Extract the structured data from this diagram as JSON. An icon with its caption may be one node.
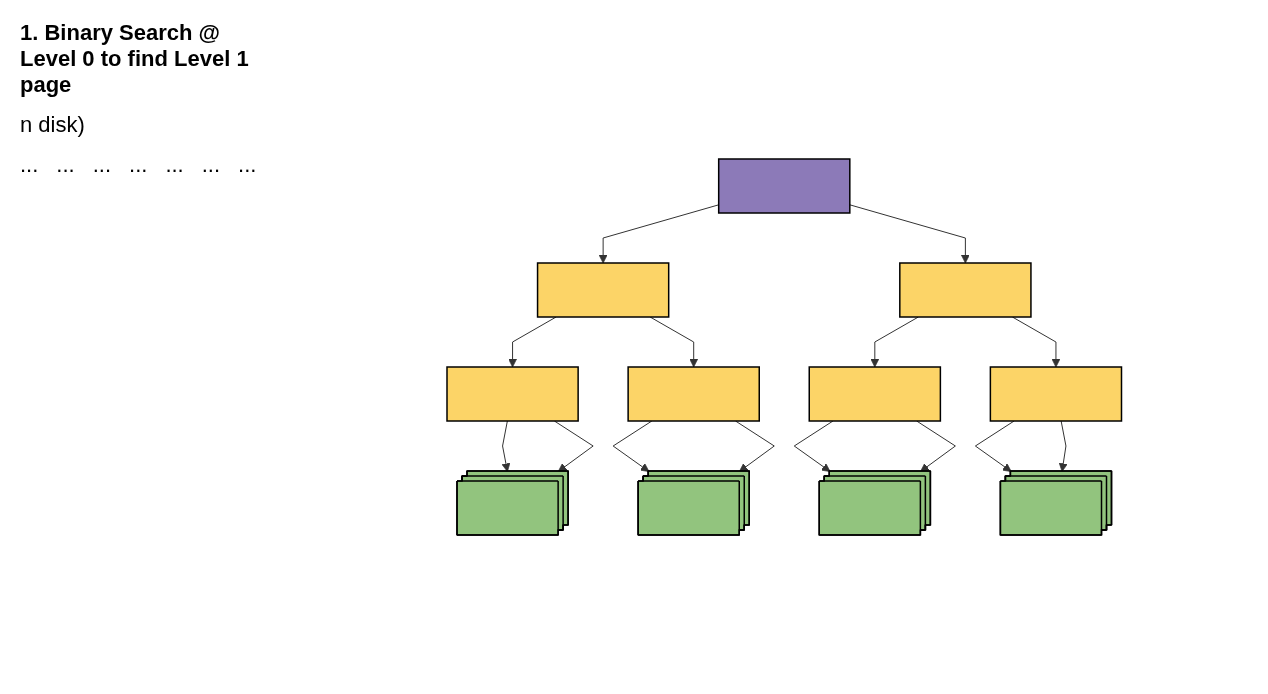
{
  "diagram": {
    "nodes": [
      {
        "text": [],
        "shape": "box"
      },
      {
        "text": [],
        "shape": "box"
      },
      {
        "text": [],
        "shape": "box"
      },
      {
        "text": [],
        "shape": "box"
      },
      {
        "text": [],
        "shape": "box"
      },
      {
        "text": [],
        "shape": "box"
      },
      {
        "text": [],
        "shape": "box"
      },
      {
        "text": [],
        "shape": "stack"
      },
      {
        "text": [],
        "shape": "stack"
      },
      {
        "text": [],
        "shape": "stack"
      },
      {
        "text": [],
        "shape": "stack"
      }
    ],
    "edges": [
      {
        "from": 0,
        "to": 1,
        "arrow": "to"
      },
      {
        "from": 0,
        "to": 2,
        "arrow": "to"
      },
      {
        "from": 1,
        "to": 3,
        "arrow": "to"
      },
      {
        "from": 1,
        "to": 4,
        "arrow": "to"
      },
      {
        "from": 2,
        "to": 5,
        "arrow": "to"
      },
      {
        "from": 2,
        "to": 6,
        "arrow": "to"
      },
      {
        "from": 3,
        "to": 7,
        "arrow": "to"
      },
      {
        "from": 3,
        "to": 7,
        "arrow": "to"
      },
      {
        "from": 4,
        "to": 8,
        "arrow": "to"
      },
      {
        "from": 4,
        "to": 8,
        "arrow": "to"
      },
      {
        "from": 5,
        "to": 9,
        "arrow": "to"
      },
      {
        "from": 5,
        "to": 9,
        "arrow": "to"
      },
      {
        "from": 6,
        "to": 10,
        "arrow": "to"
      },
      {
        "from": 6,
        "to": 10,
        "arrow": "to"
      }
    ],
    "labels": [
      "1. Binary Search @ Level 0 to find Level 1 page",
      "n disk)",
      "...",
      "...",
      "...",
      "...",
      "...",
      "...",
      "..."
    ]
  }
}
